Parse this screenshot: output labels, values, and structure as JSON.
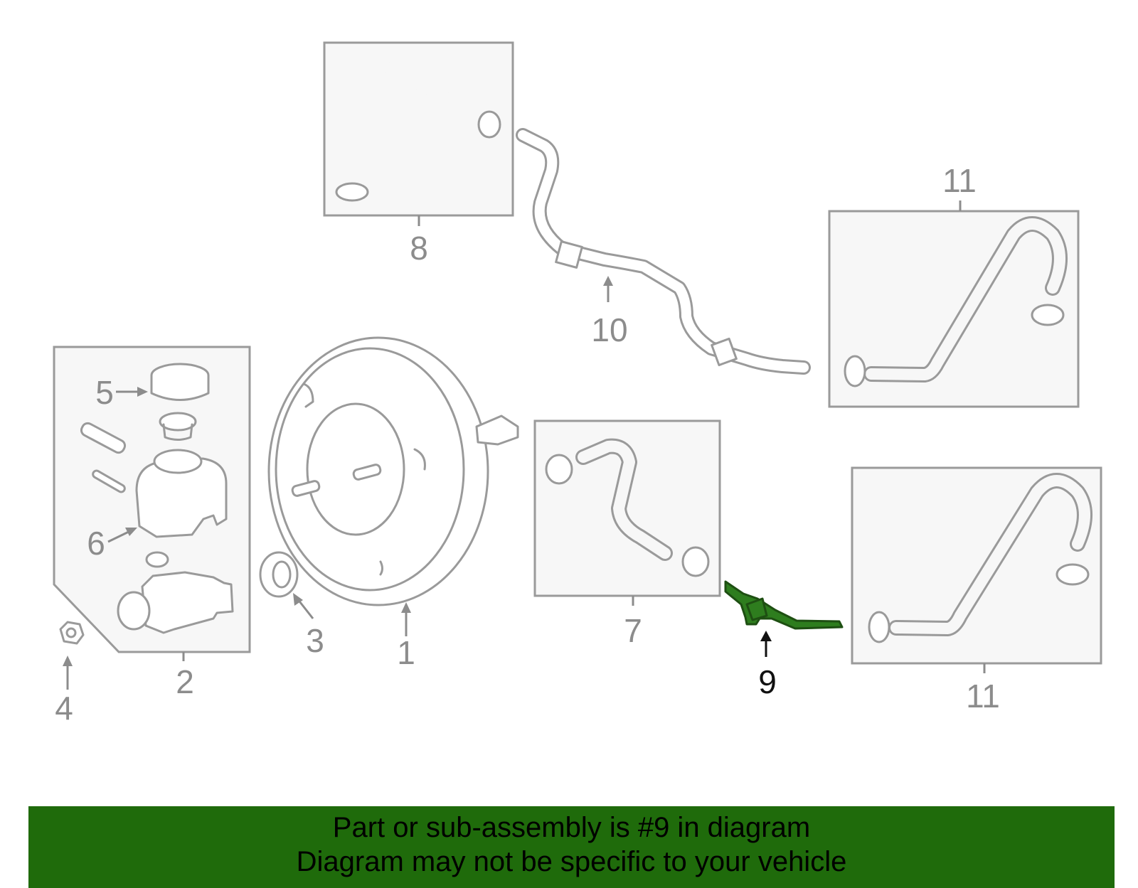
{
  "colors": {
    "highlight_part": "#2e7d1e",
    "part_outline": "#9a9a9a",
    "label_gray": "#8c8c8c",
    "banner_bg": "#1f6b0b",
    "banner_text": "#000000"
  },
  "callouts": {
    "c1": "1",
    "c2": "2",
    "c3": "3",
    "c4": "4",
    "c5": "5",
    "c6": "6",
    "c7": "7",
    "c8": "8",
    "c9": "9",
    "c10": "10",
    "c11_top": "11",
    "c11_bottom": "11"
  },
  "selected_part": "9",
  "banner": {
    "line1": "Part or sub-assembly is #9 in diagram",
    "line2": "Diagram may not be specific to your vehicle"
  }
}
